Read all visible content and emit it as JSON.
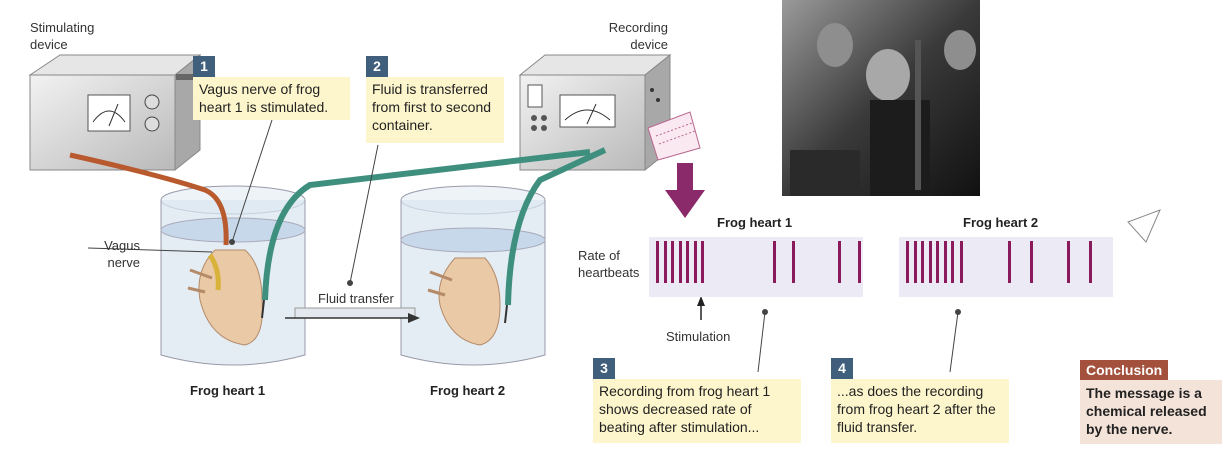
{
  "labels": {
    "stimulating_device": "Stimulating\ndevice",
    "recording_device": "Recording\ndevice",
    "vagus_nerve": "Vagus\nnerve",
    "fluid_transfer": "Fluid transfer",
    "frog_heart_1": "Frog heart 1",
    "frog_heart_2": "Frog heart 2",
    "rate_of_heartbeats": "Rate of\nheartbeats",
    "stimulation": "Stimulation"
  },
  "steps": [
    {
      "num": "1",
      "text": "Vagus nerve of frog heart 1 is stimulated."
    },
    {
      "num": "2",
      "text": "Fluid is transferred from first to second container."
    },
    {
      "num": "3",
      "text": "Recording from frog heart 1 shows decreased rate of beating after stimulation..."
    },
    {
      "num": "4",
      "text": "...as does the recording from frog heart 2 after the fluid transfer."
    }
  ],
  "recordings": {
    "heart1_title": "Frog heart 1",
    "heart2_title": "Frog heart 2",
    "heart1_beats": [
      0.035,
      0.07,
      0.105,
      0.14,
      0.175,
      0.21,
      0.245,
      0.58,
      0.67,
      0.885,
      0.975
    ],
    "heart2_beats": [
      0.035,
      0.07,
      0.105,
      0.14,
      0.175,
      0.21,
      0.245,
      0.285,
      0.51,
      0.61,
      0.785,
      0.89
    ]
  },
  "conclusion": {
    "header": "Conclusion",
    "text": "The message is a chemical released by the nerve."
  },
  "colors": {
    "beat": "#8b1a5c",
    "step_badge": "#3f5f7d",
    "step_bg": "#fdf6cc",
    "conclusion_header": "#a3513d",
    "conclusion_bg": "#f4e3d9",
    "green_tube": "#3f8f7f",
    "orange_tube": "#b85a2e",
    "arrow": "#8b2a6a"
  }
}
